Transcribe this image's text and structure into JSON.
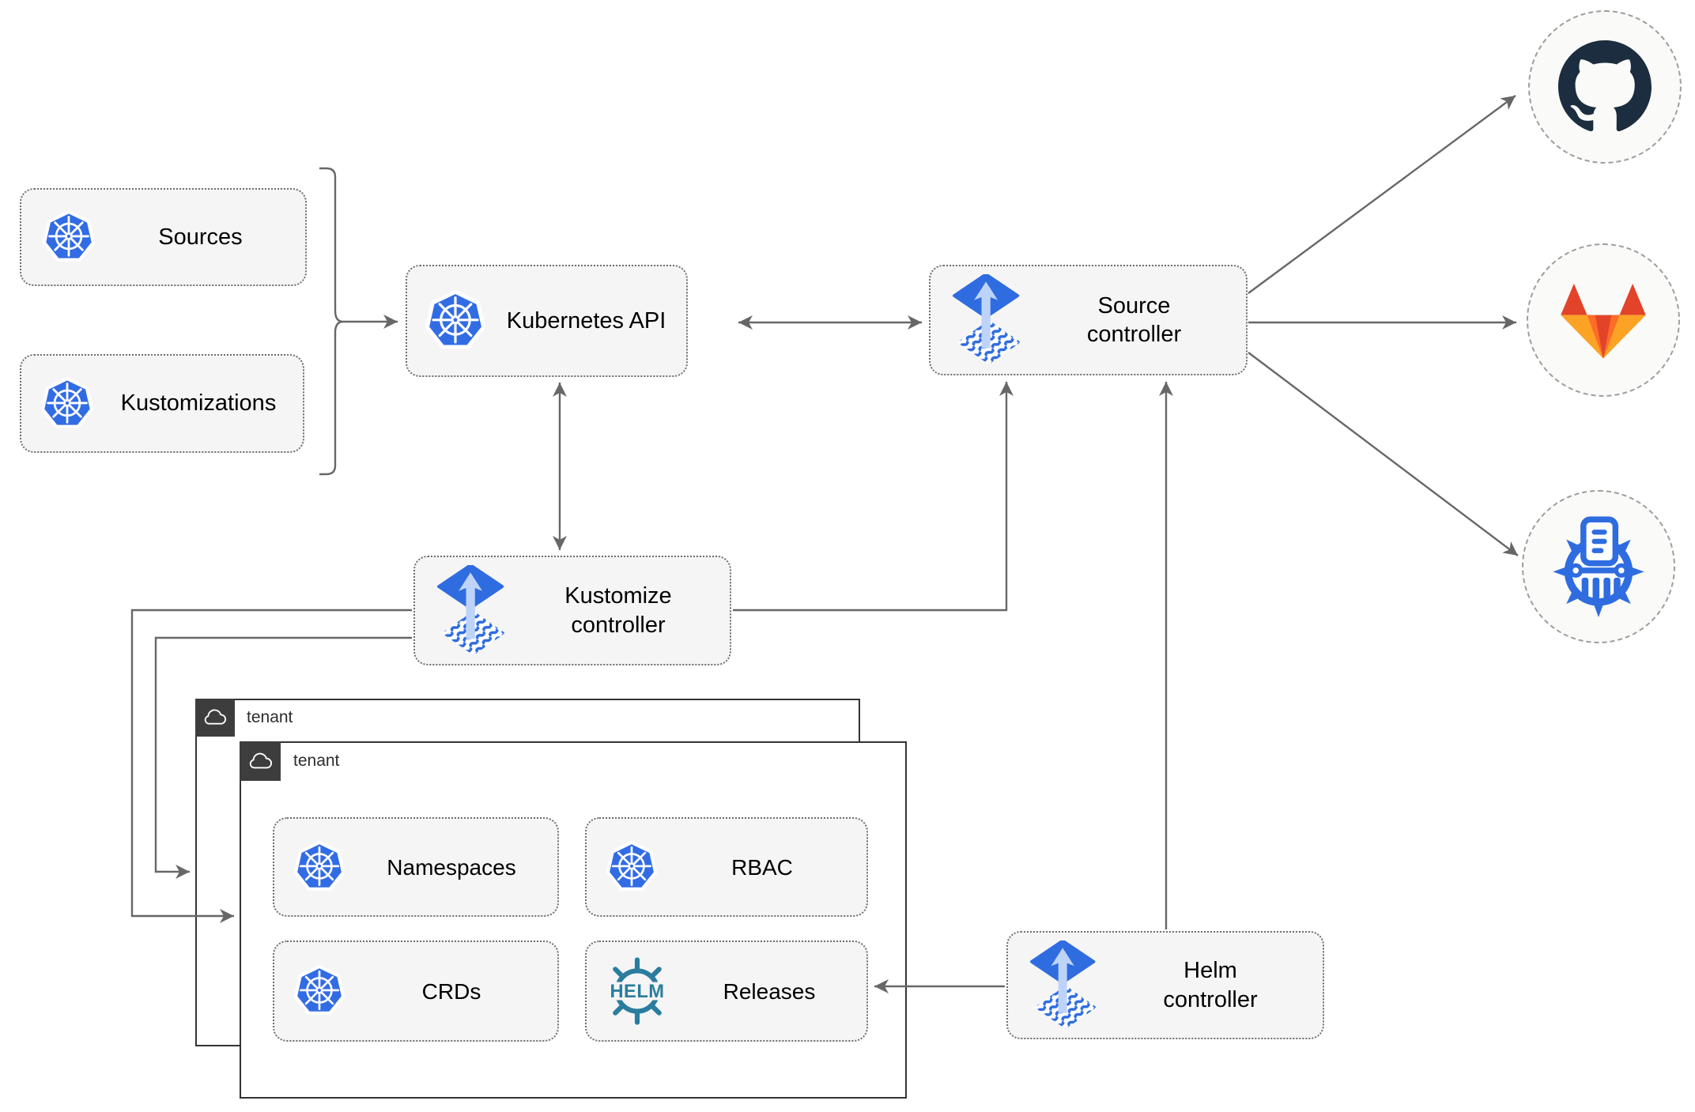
{
  "nodes": {
    "sources": "Sources",
    "kustomizations": "Kustomizations",
    "kubernetes_api": "Kubernetes API",
    "source_controller": "Source controller",
    "kustomize_controller": "Kustomize controller",
    "helm_controller": "Helm controller"
  },
  "tenant_outer": {
    "label": "tenant"
  },
  "tenant_inner": {
    "label": "tenant",
    "resources": [
      {
        "label": "Namespaces",
        "icon": "kubernetes-icon"
      },
      {
        "label": "RBAC",
        "icon": "kubernetes-icon"
      },
      {
        "label": "CRDs",
        "icon": "kubernetes-icon"
      },
      {
        "label": "Releases",
        "icon": "helm-icon"
      }
    ]
  },
  "remotes": [
    {
      "icon": "github-icon"
    },
    {
      "icon": "gitlab-icon"
    },
    {
      "icon": "harbor-registry-icon"
    }
  ],
  "helm_logo_text": "HELM",
  "colors": {
    "kubernetes_blue": "#326ce5",
    "flux_blue": "#2f6ce0",
    "flux_arrow_light": "#bed3f8",
    "helm_teal": "#2a7d9e",
    "github_dark": "#1b2d3e",
    "gitlab_red": "#e24329",
    "gitlab_orange": "#fc6d26",
    "gitlab_amber": "#fca326",
    "harbor_blue": "#2e6ce0",
    "connector_gray": "#676767",
    "node_fill": "#f5f5f5",
    "tenant_dark": "#3d3d3d"
  }
}
